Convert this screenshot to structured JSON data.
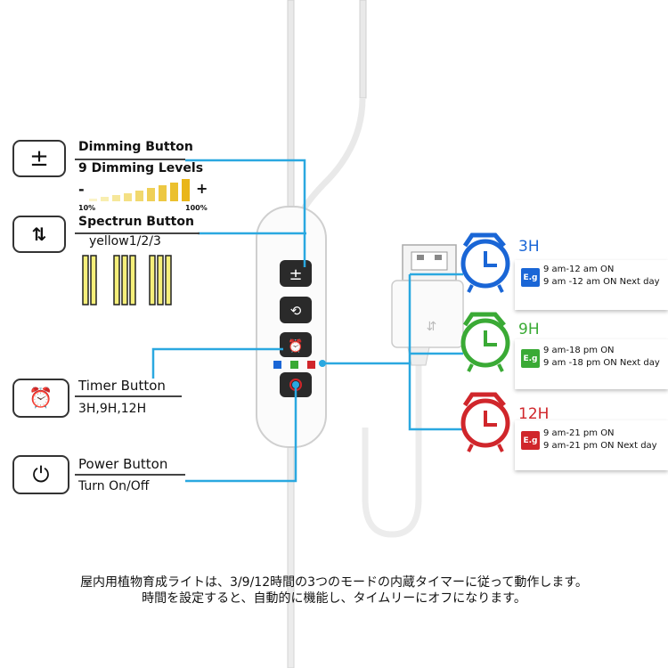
{
  "dimming": {
    "title": "Dimming Button",
    "subtitle": "9 Dimming Levels",
    "minus": "-",
    "plus": "+",
    "min_label": "10%",
    "max_label": "100%"
  },
  "spectrum": {
    "title": "Spectrun Button",
    "subtitle": "yellow1/2/3"
  },
  "timer": {
    "title": "Timer Button",
    "subtitle": "3H,9H,12H"
  },
  "power": {
    "title": "Power Button",
    "subtitle": "Turn On/Off"
  },
  "timers": [
    {
      "label": "3H",
      "color": "#1a66d6",
      "eg": "E.g",
      "line1": "9 am-12 am ON",
      "line2": "9 am -12 am ON Next day"
    },
    {
      "label": "9H",
      "color": "#3aaa35",
      "eg": "E.g",
      "line1": "9 am-18 pm ON",
      "line2": "9 am -18 pm ON Next day"
    },
    {
      "label": "12H",
      "color": "#d0262b",
      "eg": "E.g",
      "line1": "9 am-21 pm ON",
      "line2": "9 am-21 pm ON Next day"
    }
  ],
  "colors": {
    "connector": "#2aa8e0",
    "eg_blue": "#1a66d6",
    "eg_green": "#3aaa35",
    "eg_red": "#d0262b"
  },
  "caption": {
    "line1": "屋内用植物育成ライトは、3/9/12時間の3つのモードの内蔵タイマーに従って動作します。",
    "line2": "時間を設定すると、自動的に機能し、タイムリーにオフになります。"
  }
}
